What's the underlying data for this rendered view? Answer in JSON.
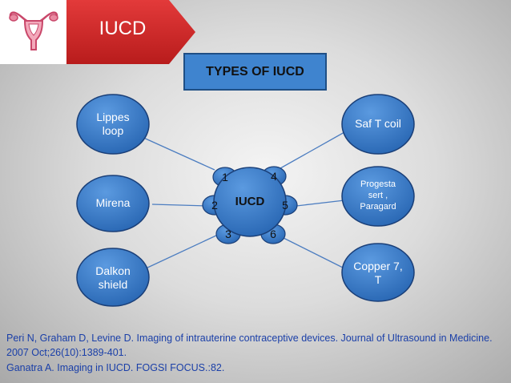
{
  "header": {
    "title": "IUCD",
    "logo_icon": "uterus-icon",
    "banner_color": "#d62a2a"
  },
  "subtitle": "TYPES OF IUCD",
  "center_node": {
    "label": "IUCD",
    "numbers": [
      "1",
      "2",
      "3",
      "4",
      "5",
      "6"
    ]
  },
  "types": [
    {
      "id": "lippes",
      "label": "Lippes loop"
    },
    {
      "id": "mirena",
      "label": "Mirena"
    },
    {
      "id": "dalkon",
      "label": "Dalkon shield"
    },
    {
      "id": "saf-t",
      "label": "Saf T coil"
    },
    {
      "id": "progesta",
      "label": "Progesta sert , Paragard"
    },
    {
      "id": "copper",
      "label": "Copper 7, T"
    }
  ],
  "references": [
    "Peri N, Graham D, Levine D. Imaging of intrauterine contraceptive devices. Journal of Ultrasound in Medicine. 2007 Oct;26(10):1389-401.",
    "Ganatra A. Imaging in IUCD. FOGSI FOCUS.:82."
  ],
  "colors": {
    "node_fill": "#2f6fbf",
    "node_border": "#1a3f78",
    "reference_text": "#1a3fa8"
  }
}
